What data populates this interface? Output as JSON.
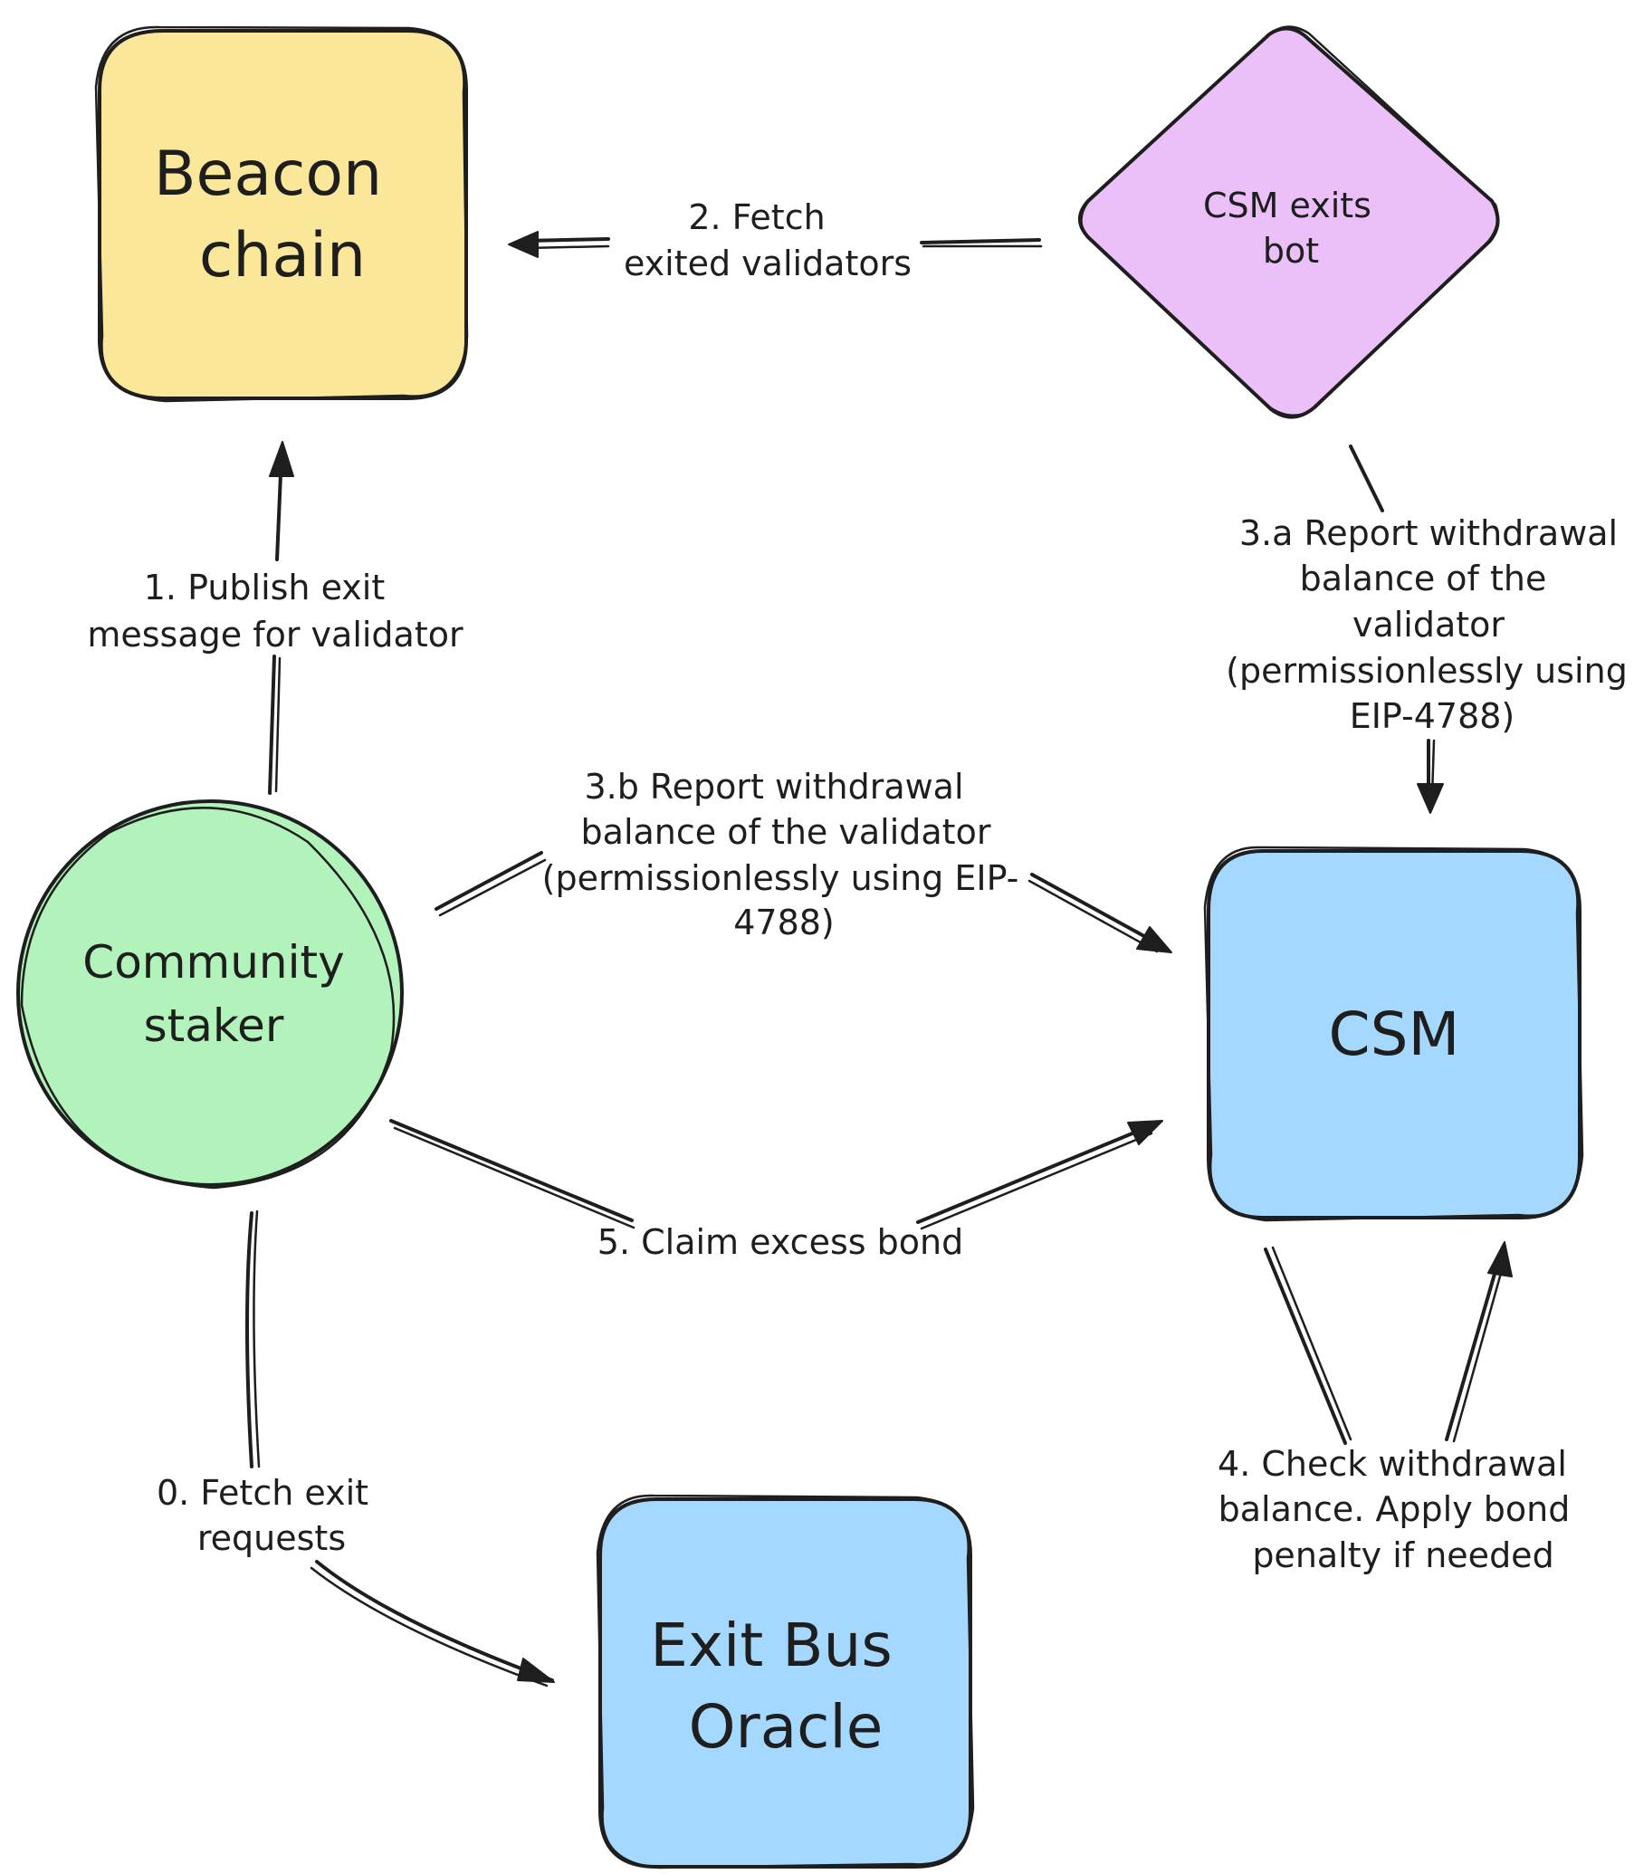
{
  "colors": {
    "beacon_fill": "#fbe79a",
    "bot_fill": "#ebc0f8",
    "staker_fill": "#b2f2bb",
    "csm_fill": "#a5d8ff",
    "oracle_fill": "#a5d8ff",
    "stroke": "#1e1e1e"
  },
  "nodes": {
    "beacon": {
      "line1": "Beacon",
      "line2": "chain"
    },
    "bot": {
      "line1": "CSM exits",
      "line2": "bot"
    },
    "staker": {
      "line1": "Community",
      "line2": "staker"
    },
    "csm": {
      "line1": "CSM"
    },
    "oracle": {
      "line1": "Exit Bus",
      "line2": "Oracle"
    }
  },
  "edges": {
    "e0": [
      "0. Fetch exit",
      "requests"
    ],
    "e1": [
      "1. Publish exit",
      "message for validator"
    ],
    "e2": [
      "2. Fetch",
      "exited validators"
    ],
    "e3a": [
      "3.a Report withdrawal",
      "balance of the",
      "validator",
      "(permissionlessly using",
      "EIP-4788)"
    ],
    "e3b": [
      "3.b Report withdrawal",
      "balance of the validator",
      "(permissionlessly using EIP-",
      "4788)"
    ],
    "e4": [
      "4. Check withdrawal",
      "balance. Apply bond",
      "penalty if needed"
    ],
    "e5": [
      "5. Claim excess bond"
    ]
  }
}
